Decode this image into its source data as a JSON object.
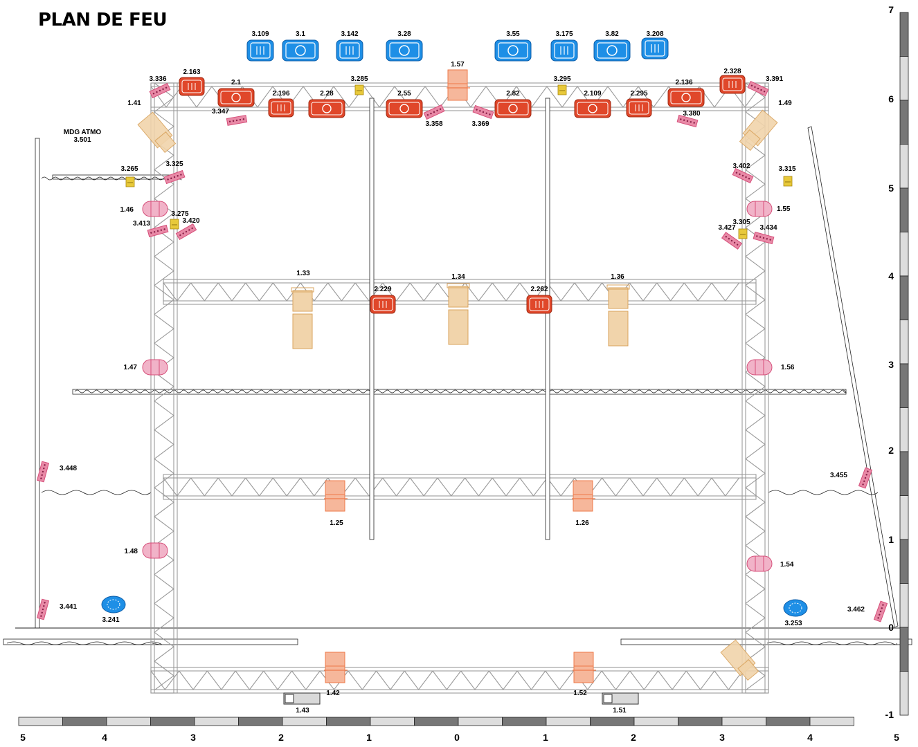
{
  "title": "PLAN DE FEU",
  "atmo": {
    "name": "MDG ATMO",
    "id": "3.501"
  },
  "scale_bottom": [
    "5",
    "4",
    "3",
    "2",
    "1",
    "0",
    "1",
    "2",
    "3",
    "4",
    "5"
  ],
  "scale_right": [
    "7",
    "6",
    "5",
    "4",
    "3",
    "2",
    "1",
    "0",
    "-1"
  ],
  "fixtures": {
    "blue_top": [
      "3.109",
      "3.1",
      "3.142",
      "3.28",
      "3.55",
      "3.175",
      "3.82",
      "3.208"
    ],
    "blue_floor": [
      "3.241",
      "3.253"
    ],
    "red": [
      "2.163",
      "2.1",
      "2.196",
      "2.28",
      "2.55",
      "2.82",
      "2.109",
      "2.295",
      "2.136",
      "2.328",
      "2.229",
      "2.262"
    ],
    "pink": [
      "3.336",
      "3.347",
      "3.358",
      "3.369",
      "3.380",
      "3.391",
      "3.325",
      "3.402",
      "3.413",
      "3.420",
      "3.427",
      "3.434",
      "3.448",
      "3.441",
      "3.455",
      "3.462"
    ],
    "yellow": [
      "3.285",
      "3.295",
      "3.265",
      "3.315",
      "3.275",
      "3.305"
    ],
    "tan": [
      "1.41",
      "1.49",
      "1.33",
      "1.34",
      "1.36"
    ],
    "orange": [
      "1.57",
      "1.25",
      "1.26",
      "1.42",
      "1.52"
    ],
    "cyc": [
      "1.46",
      "1.55",
      "1.47",
      "1.56",
      "1.48",
      "1.54"
    ],
    "projector": [
      "1.43",
      "1.51"
    ]
  },
  "colors": {
    "blue": "#1e8fe6",
    "red": "#e0472a",
    "pink": "#d64f7a",
    "yellow": "#e8c93a",
    "tan": "#d9a35c",
    "orange": "#ee7a4a",
    "truss": "#9a9a9a"
  }
}
